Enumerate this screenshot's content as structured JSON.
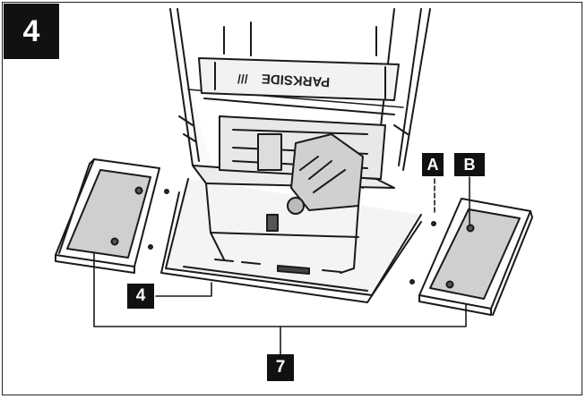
{
  "figure": {
    "step_number": "4",
    "brand_text": "PARKSIDE",
    "callouts": {
      "a": "A",
      "b": "B",
      "four": "4",
      "seven": "7"
    }
  }
}
